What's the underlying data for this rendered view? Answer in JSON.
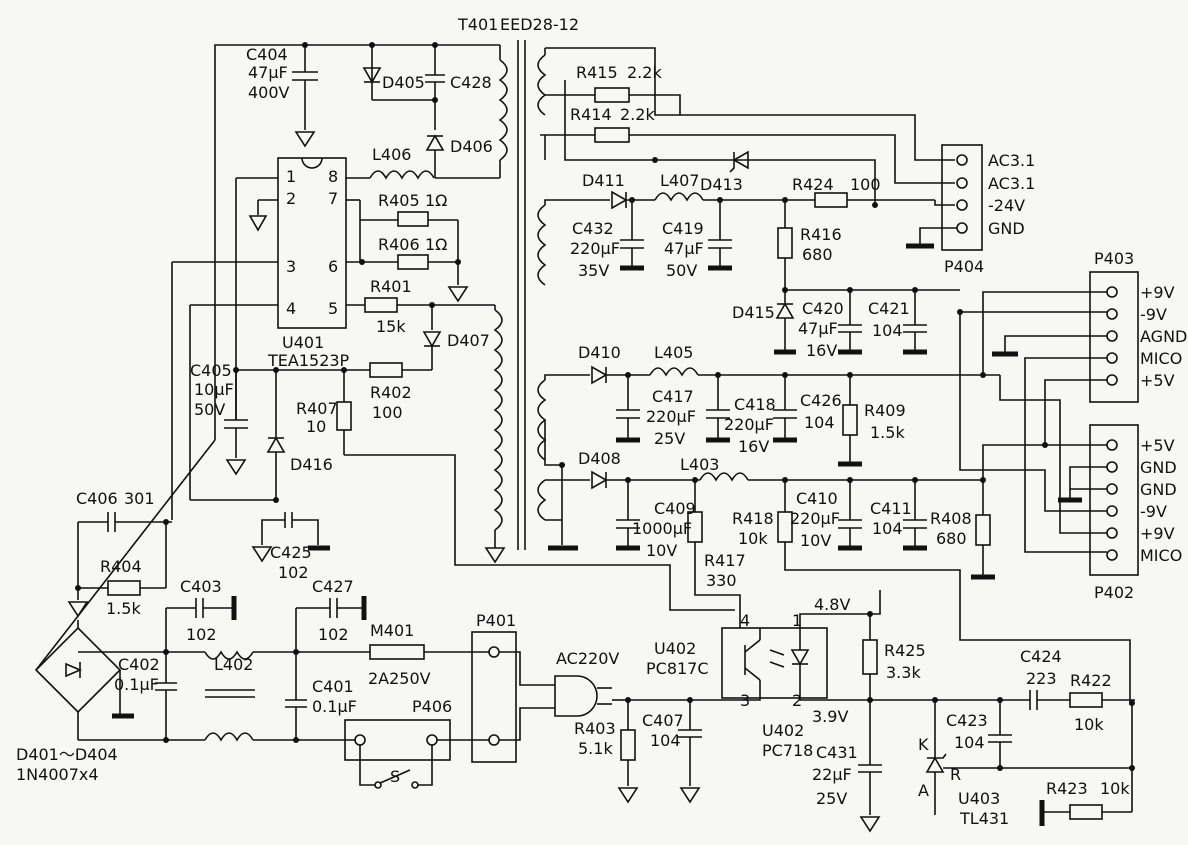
{
  "transformer": {
    "ref": "T401",
    "part": "EED28-12"
  },
  "ic": {
    "ref": "U401",
    "part": "TEA1523P",
    "pins": [
      "1",
      "2",
      "3",
      "4",
      "8",
      "7",
      "6",
      "5"
    ]
  },
  "rectifier": {
    "ref": "D401～D404",
    "part": "1N4007x4"
  },
  "components": {
    "c404": [
      "C404",
      "47μF",
      "400V"
    ],
    "d405": "D405",
    "c428": "C428",
    "d406": "D406",
    "l406": "L406",
    "r405": [
      "R405",
      "1Ω"
    ],
    "r406": [
      "R406",
      "1Ω"
    ],
    "r401": [
      "R401",
      "15k"
    ],
    "d407": "D407",
    "c405": [
      "C405",
      "10μF",
      "50V"
    ],
    "r407": [
      "R407",
      "10"
    ],
    "r402": [
      "R402",
      "100"
    ],
    "d416": "D416",
    "c425": [
      "C425",
      "102"
    ],
    "c406": [
      "C406",
      "301"
    ],
    "r404": [
      "R404",
      "1.5k"
    ],
    "c403": [
      "C403",
      "102"
    ],
    "c427": [
      "C427",
      "102"
    ],
    "c402": [
      "C402",
      "0.1μF"
    ],
    "l402": "L402",
    "m401": [
      "M401",
      "2A250V"
    ],
    "c401": [
      "C401",
      "0.1μF"
    ],
    "p401": "P401",
    "p406": "P406",
    "switch": "S",
    "ac": "AC220V",
    "r415": [
      "R415",
      "2.2k"
    ],
    "r414": [
      "R414",
      "2.2k"
    ],
    "d411": "D411",
    "l407": "L407",
    "d413": "D413",
    "r424": [
      "R424",
      "100"
    ],
    "c432": [
      "C432",
      "220μF",
      "35V"
    ],
    "c419": [
      "C419",
      "47μF",
      "50V"
    ],
    "r416": [
      "R416",
      "680"
    ],
    "d415": "D415",
    "c420": [
      "C420",
      "47μF",
      "16V"
    ],
    "c421": [
      "C421",
      "104"
    ],
    "d410": "D410",
    "l405": "L405",
    "c417": [
      "C417",
      "220μF",
      "25V"
    ],
    "c418": [
      "C418",
      "220μF",
      "16V"
    ],
    "c426": [
      "C426",
      "104"
    ],
    "r409": [
      "R409",
      "1.5k"
    ],
    "d408": "D408",
    "l403": "L403",
    "c409": [
      "C409",
      "1000μF",
      "10V"
    ],
    "r417": [
      "R417",
      "330"
    ],
    "r418": [
      "R418",
      "10k"
    ],
    "c410": [
      "C410",
      "220μF",
      "10V"
    ],
    "c411": [
      "C411",
      "104"
    ],
    "r408": [
      "R408",
      "680"
    ],
    "u402": [
      "U402",
      "PC817C"
    ],
    "u402b": [
      "U402",
      "PC718"
    ],
    "opto_pins": [
      "4",
      "1",
      "3",
      "2"
    ],
    "v48": "4.8V",
    "v39": "3.9V",
    "r425": [
      "R425",
      "3.3k"
    ],
    "c424": [
      "C424",
      "223"
    ],
    "r422": [
      "R422",
      "10k"
    ],
    "c423": [
      "C423",
      "104"
    ],
    "u403": [
      "U403",
      "TL431"
    ],
    "kar": [
      "K",
      "A",
      "R"
    ],
    "r423": [
      "R423",
      "10k"
    ],
    "r403": [
      "R403",
      "5.1k"
    ],
    "c407": [
      "C407",
      "104"
    ],
    "c431": [
      "C431",
      "22μF",
      "25V"
    ]
  },
  "p404": {
    "ref": "P404",
    "pins": [
      "AC3.1",
      "AC3.1",
      "-24V",
      "GND"
    ]
  },
  "p403": {
    "ref": "P403",
    "pins": [
      "+9V",
      "-9V",
      "AGND",
      "MICO",
      "+5V"
    ]
  },
  "p402": {
    "ref": "P402",
    "pins": [
      "+5V",
      "GND",
      "GND",
      "-9V",
      "+9V",
      "MICO"
    ]
  }
}
